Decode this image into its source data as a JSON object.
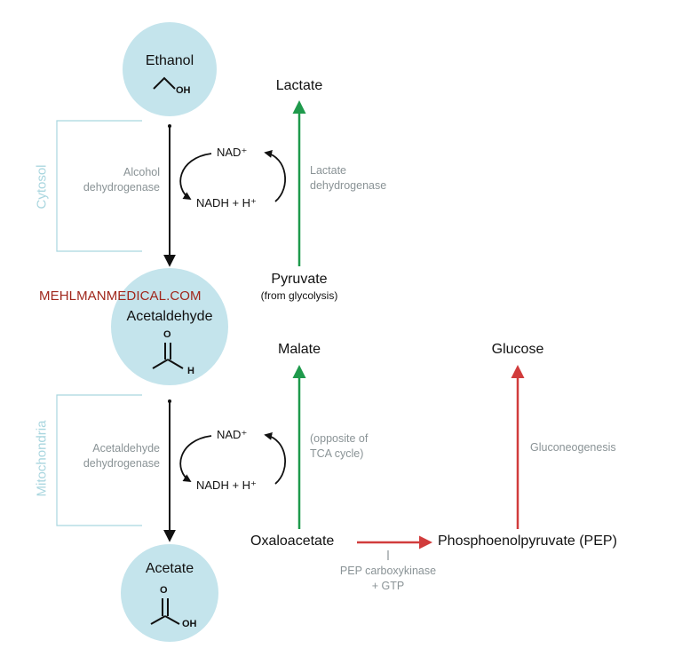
{
  "watermark": "MEHLMANMEDICAL.COM",
  "compartments": {
    "cytosol": "Cytosol",
    "mitochondria": "Mitochondria"
  },
  "molecules": {
    "ethanol": {
      "name": "Ethanol",
      "oh": "OH"
    },
    "acetaldehyde": {
      "name": "Acetaldehyde",
      "o": "O",
      "h": "H"
    },
    "acetate": {
      "name": "Acetate",
      "o": "O",
      "oh": "OH"
    }
  },
  "enzymes": {
    "alcohol_dh": [
      "Alcohol",
      "dehydrogenase"
    ],
    "acetaldehyde_dh": [
      "Acetaldehyde",
      "dehydrogenase"
    ],
    "lactate_dh": [
      "Lactate",
      "dehydrogenase"
    ],
    "tca_note": [
      "(opposite of",
      "TCA cycle)"
    ],
    "gluconeogenesis": "Gluconeogenesis",
    "pep_ck": [
      "PEP carboxykinase",
      "+ GTP"
    ]
  },
  "cofactors": {
    "nad_top": "NAD⁺",
    "nadh_top": "NADH + H⁺",
    "nad_bottom": "NAD⁺",
    "nadh_bottom": "NADH + H⁺"
  },
  "metabolites": {
    "lactate": "Lactate",
    "pyruvate": "Pyruvate",
    "pyruvate_note": "(from glycolysis)",
    "malate": "Malate",
    "oxaloacetate": "Oxaloacetate",
    "pep": "Phosphoenolpyruvate (PEP)",
    "glucose": "Glucose"
  },
  "colors": {
    "circle_fill": "#c4e4ec",
    "green_arrow": "#1f9a4c",
    "red_arrow": "#d13c3c",
    "bracket": "#a9d6df",
    "enzyme_text": "#8a9396"
  }
}
